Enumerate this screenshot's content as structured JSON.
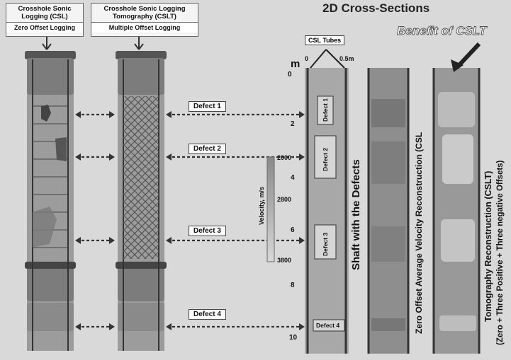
{
  "headers": {
    "csl": {
      "line1": "Crosshole Sonic Logging (CSL)",
      "line2": "Zero Offset Logging"
    },
    "cslt": {
      "line1": "Crosshole Sonic Logging Tomography (CSLT)",
      "line2": "Multiple Offset Logging"
    }
  },
  "title": "2D Cross-Sections",
  "benefit": "Benefit of CSLT",
  "csl_tubes": "CSL Tubes",
  "scale": {
    "left": "0",
    "right": "0.5m"
  },
  "depth_unit": "m",
  "depths": [
    "0",
    "2",
    "4",
    "6",
    "8",
    "10"
  ],
  "defects": [
    "Defect 1",
    "Defect 2",
    "Defect 3",
    "Defect 4"
  ],
  "velocity_legend": {
    "label": "Velocity, m/s",
    "ticks": [
      "2000",
      "2800",
      "3800"
    ]
  },
  "section_labels": {
    "shaft": "Shaft with the Defects",
    "csl": "Zero Offset Average Velocity Reconstruction (CSL",
    "cslt_line1": "Tomography Reconstruction (CSLT)",
    "cslt_line2": "(Zero + Three Positive + Three negative Offsets)"
  },
  "colors": {
    "background": "#d9d9d9",
    "shaft": "#9a9a9a",
    "cap": "#6e6e6e"
  }
}
